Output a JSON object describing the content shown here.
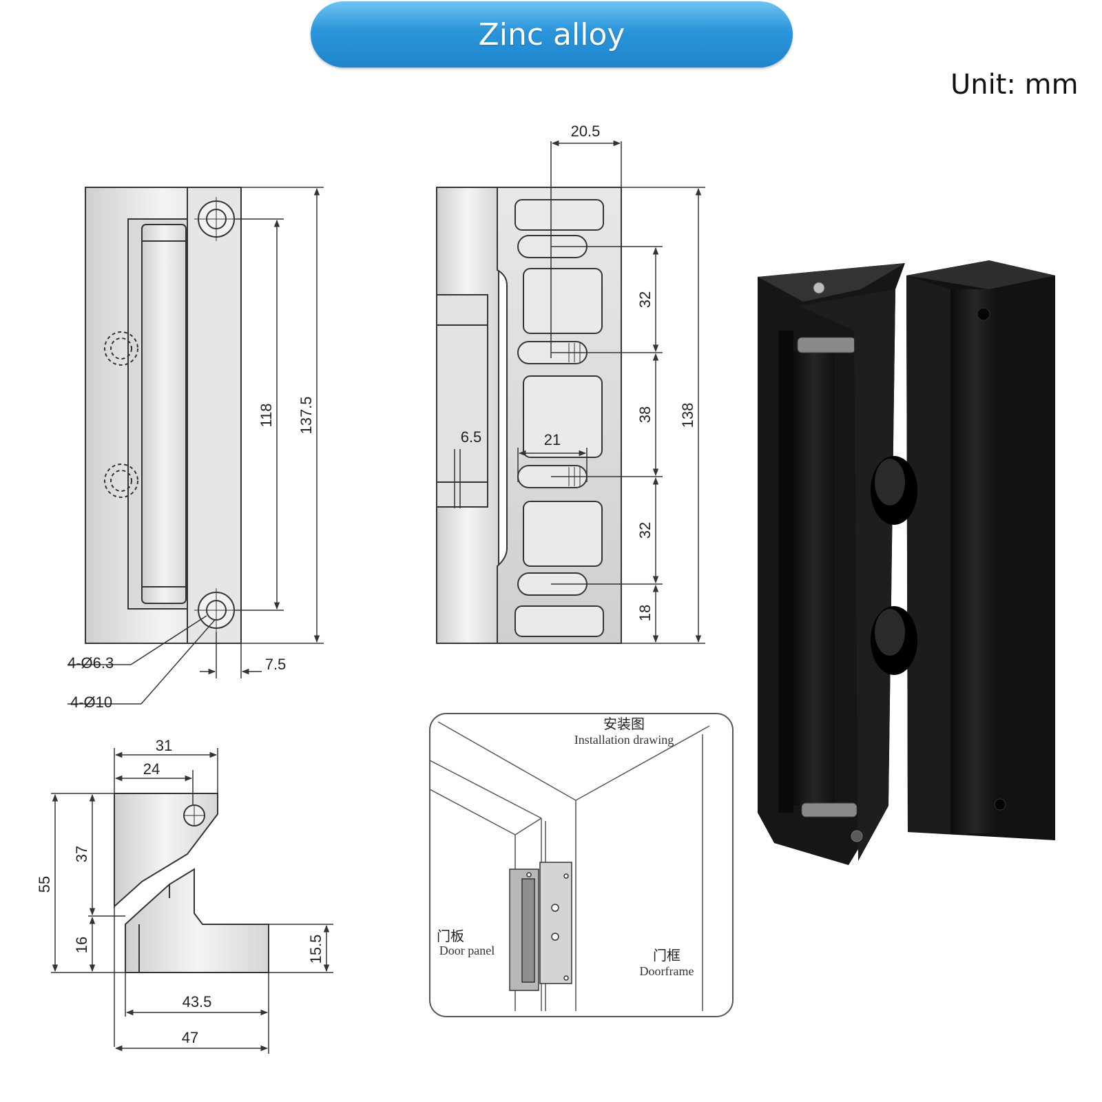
{
  "header": {
    "title": "Zinc alloy",
    "unit": "Unit: mm"
  },
  "front_view": {
    "overall_height": "137.5",
    "hole_pitch": "118",
    "hole_offset": "7.5",
    "small_hole_label": "4-Ø6.3",
    "large_hole_label": "4-Ø10"
  },
  "back_view": {
    "width": "20.5",
    "overall_height": "138",
    "spacing_top": "32",
    "spacing_middle": "38",
    "spacing_lower": "32",
    "spacing_bottom": "18",
    "slot_offset": "6.5",
    "slot_width": "21"
  },
  "side_view": {
    "top_width": "31",
    "top_inner_width": "24",
    "overall_height": "55",
    "upper_height": "37",
    "lower_height": "16",
    "base_height": "15.5",
    "base_inner_width": "43.5",
    "base_width": "47"
  },
  "installation": {
    "title_cn": "安装图",
    "title_en": "Installation drawing",
    "door_panel_cn": "门板",
    "door_panel_en": "Door panel",
    "doorframe_cn": "门框",
    "doorframe_en": "Doorframe"
  },
  "colors": {
    "banner": "#2a95da",
    "line": "#333333",
    "metal": "#e2e2e2",
    "product": "#141414"
  }
}
